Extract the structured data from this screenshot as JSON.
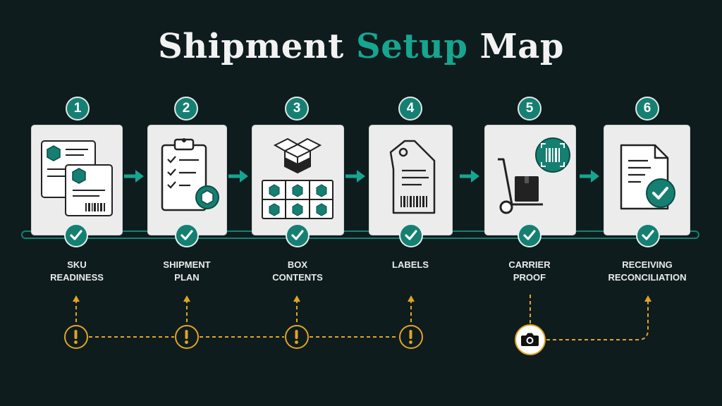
{
  "title": {
    "main": "Shipment ",
    "accent": "Setup",
    "tail": " Map"
  },
  "colors": {
    "background": "#0f1c1e",
    "teal": "#157f72",
    "card": "#ececec",
    "warning": "#e0a526",
    "text": "#e9ecec"
  },
  "steps": [
    {
      "number": "1",
      "label_line1": "SKU",
      "label_line2": "READINESS",
      "icon": "sku-documents-icon"
    },
    {
      "number": "2",
      "label_line1": "SHIPMENT",
      "label_line2": "PLAN",
      "icon": "clipboard-checklist-icon"
    },
    {
      "number": "3",
      "label_line1": "BOX",
      "label_line2": "CONTENTS",
      "icon": "open-box-grid-icon"
    },
    {
      "number": "4",
      "label_line1": "LABELS",
      "label_line2": "",
      "icon": "shipping-tag-icon"
    },
    {
      "number": "5",
      "label_line1": "CARRIER",
      "label_line2": "PROOF",
      "icon": "hand-truck-scan-icon"
    },
    {
      "number": "6",
      "label_line1": "RECEIVING",
      "label_line2": "RECONCILIATION",
      "icon": "document-check-icon"
    }
  ],
  "warnings": [
    {
      "symbol": "!",
      "icon": "warning-exclamation-icon"
    },
    {
      "symbol": "!",
      "icon": "warning-exclamation-icon"
    },
    {
      "symbol": "!",
      "icon": "warning-exclamation-icon"
    },
    {
      "symbol": "!",
      "icon": "warning-exclamation-icon"
    }
  ],
  "proof_icon": "camera-icon"
}
